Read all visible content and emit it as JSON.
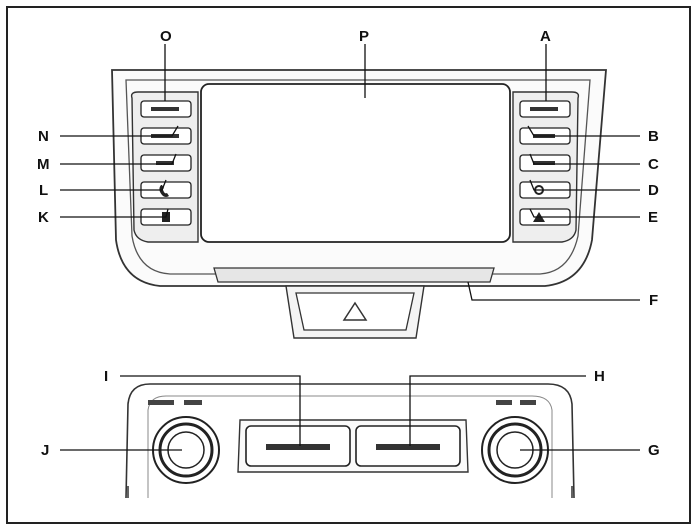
{
  "callouts": {
    "A": "A",
    "B": "B",
    "C": "C",
    "D": "D",
    "E": "E",
    "F": "F",
    "G": "G",
    "H": "H",
    "I": "I",
    "J": "J",
    "K": "K",
    "L": "L",
    "M": "M",
    "N": "N",
    "O": "O",
    "P": "P"
  },
  "icons": {
    "phone": "phone-icon",
    "settings": "gear-icon",
    "warning": "hazard-triangle-icon",
    "navigation": "navigation-arrow-icon"
  }
}
